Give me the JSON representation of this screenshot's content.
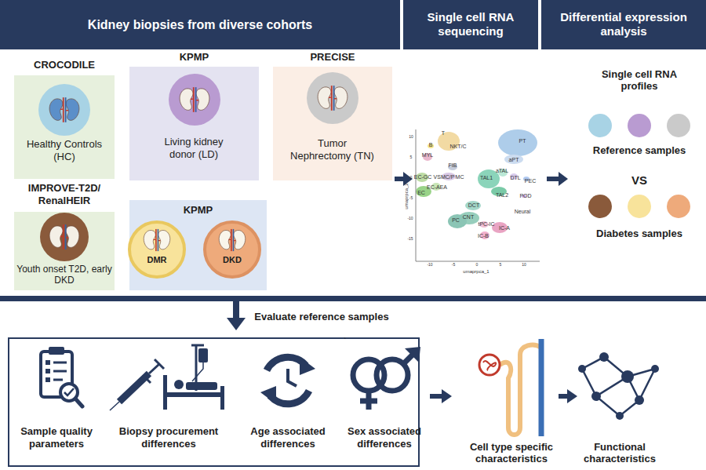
{
  "diagram": {
    "nodes": [
      {
        "text": [
          "Kidney biopsies from diverse cohorts"
        ]
      },
      {
        "text": [
          "Single cell RNA sequencing"
        ]
      },
      {
        "text": [
          "Differential expression analysis"
        ]
      },
      {
        "text": [
          "CROCODILE",
          "Healthy Controls (HC)"
        ]
      },
      {
        "text": [
          "KPMP",
          "Living kidney donor (LD)"
        ]
      },
      {
        "text": [
          "PRECISE",
          "Tumor Nephrectomy (TN)"
        ]
      },
      {
        "text": [
          "IMPROVE-T2D/ RenalHEIR",
          "Youth onset T2D, early DKD"
        ]
      },
      {
        "text": [
          "KPMP",
          "DMR",
          "DKD"
        ]
      },
      {
        "text": [
          "Sample quality parameters",
          "Biopsy procurement differences",
          "Age associated differences",
          "Sex associated differences"
        ]
      }
    ],
    "labels": [
      "T",
      "B",
      "NKT/C",
      "MYL",
      "FIB",
      "PT",
      "aPT",
      "EC-GC",
      "VSMC/P",
      "MC",
      "EC",
      "EC-AEA",
      "TAL1",
      "aTAL",
      "DTL",
      "PEC",
      "POD",
      "TAL2",
      "DCT",
      "CNT",
      "PC",
      "tPC-IC",
      "IC-A",
      "IC-B",
      "Neural",
      "umaprpca_1",
      "umaprpca_2",
      "10",
      "5",
      "0",
      "-5",
      "-10",
      "-15",
      "-10",
      "-5",
      "0",
      "5",
      "10",
      "Single cell RNA profiles",
      "Reference samples",
      "VS",
      "Diabetes samples",
      "`",
      "Evaluate reference samples",
      "Cell type specific characteristics",
      "Functional characteristics"
    ]
  }
}
